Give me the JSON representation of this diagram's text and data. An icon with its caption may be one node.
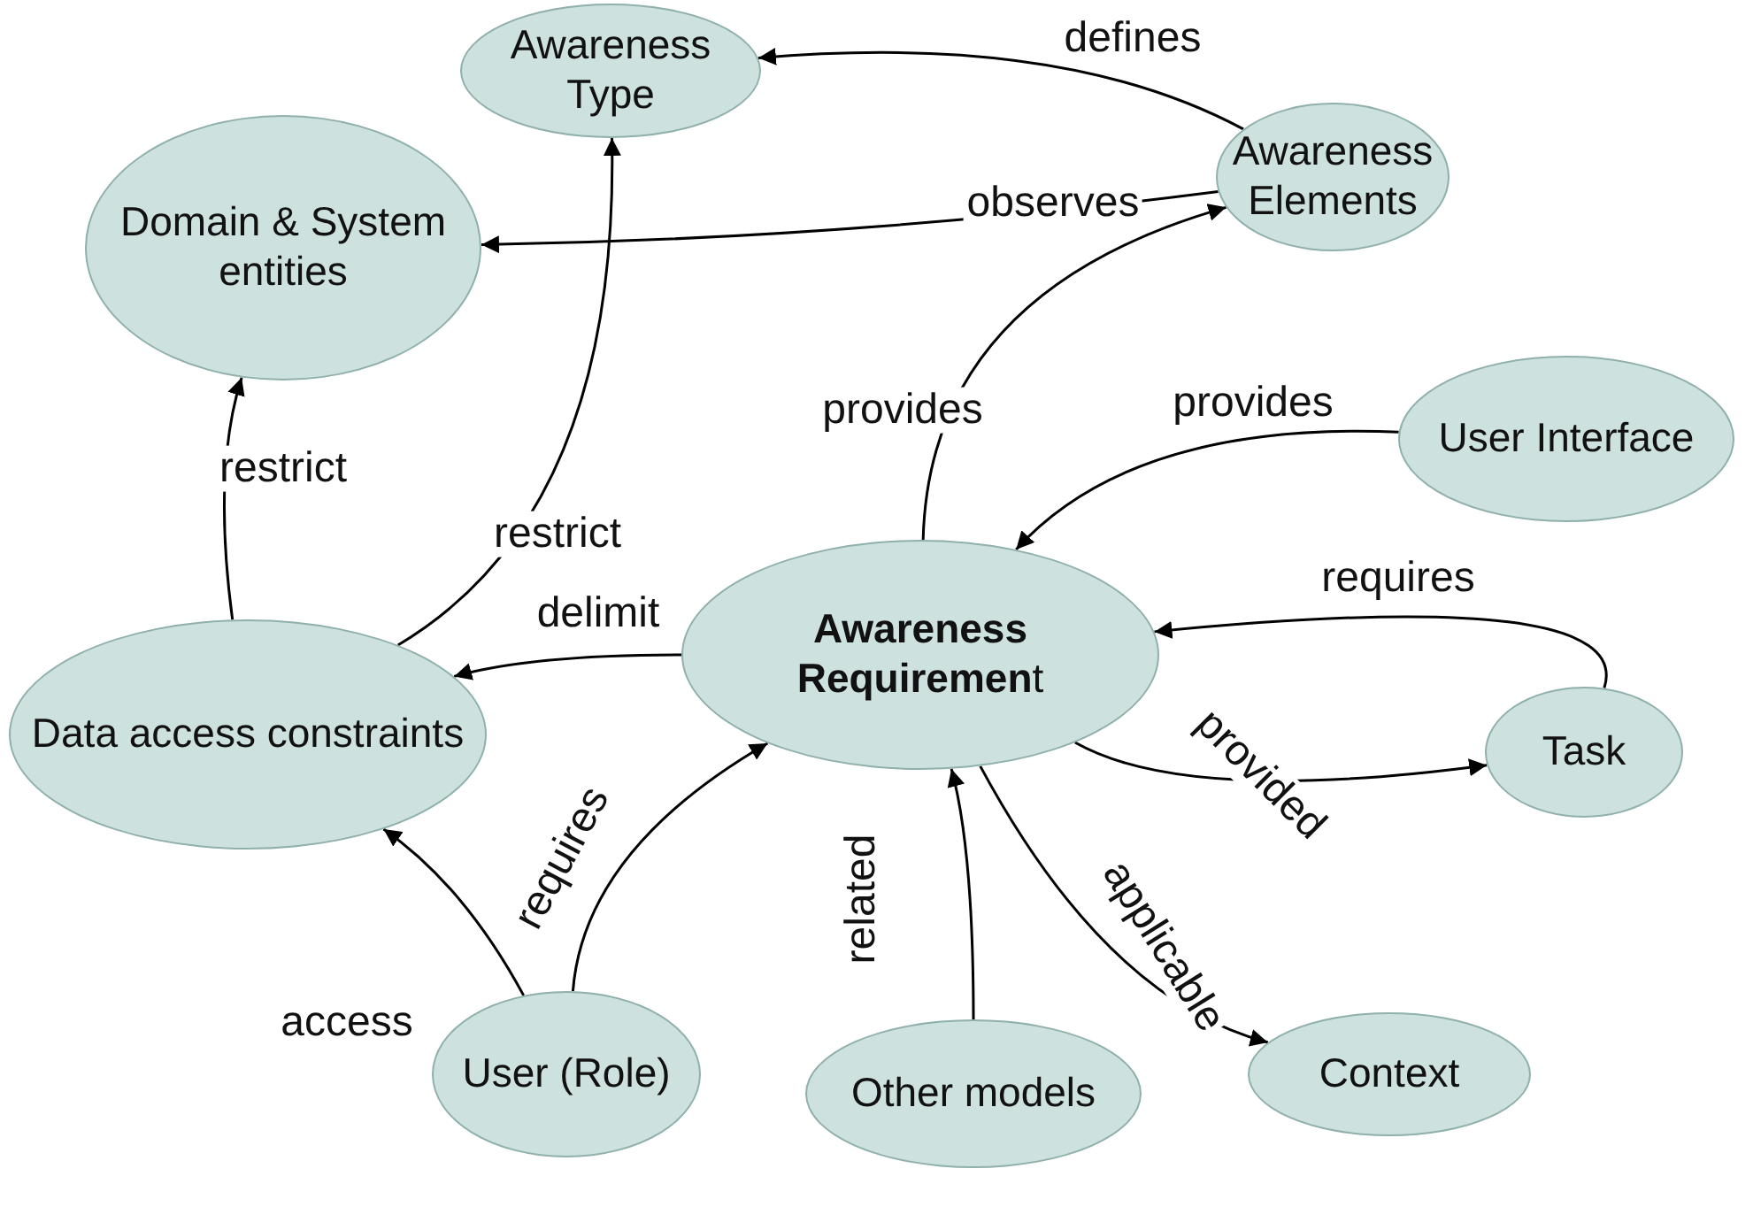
{
  "diagram": {
    "nodes": [
      {
        "text": [
          "Awareness Type"
        ]
      },
      {
        "text": [
          "Awareness Elements"
        ]
      },
      {
        "text": [
          "Domain & System entities"
        ]
      },
      {
        "text": [
          "User Interface"
        ]
      },
      {
        "text": [
          "**Awareness Requiremen**t"
        ]
      },
      {
        "text": [
          "Data access constraints"
        ]
      },
      {
        "text": [
          "Task"
        ]
      },
      {
        "text": [
          "User (Role)"
        ]
      },
      {
        "text": [
          "Other models"
        ]
      },
      {
        "text": [
          "Context"
        ]
      }
    ],
    "edges": [
      {
        "from": 1,
        "to": 0,
        "arrow": "to",
        "label": "defines"
      },
      {
        "from": 1,
        "to": 2,
        "arrow": "to",
        "label": "observes"
      },
      {
        "from": 4,
        "to": 1,
        "arrow": "to",
        "label": "provides"
      },
      {
        "from": 3,
        "to": 4,
        "arrow": "to",
        "label": "provides"
      },
      {
        "from": 6,
        "to": 4,
        "arrow": "to",
        "label": "requires"
      },
      {
        "from": 4,
        "to": 6,
        "arrow": "to",
        "label": "provided"
      },
      {
        "from": 4,
        "to": 9,
        "arrow": "to",
        "label": "applicable"
      },
      {
        "from": 4,
        "to": 5,
        "arrow": "to",
        "label": "delimit"
      },
      {
        "from": 5,
        "to": 2,
        "arrow": "to",
        "label": "restrict"
      },
      {
        "from": 5,
        "to": 0,
        "arrow": "to",
        "label": "restrict"
      },
      {
        "from": 7,
        "to": 5,
        "arrow": "to",
        "label": "access"
      },
      {
        "from": 7,
        "to": 4,
        "arrow": "to",
        "label": "requires"
      },
      {
        "from": 8,
        "to": 4,
        "arrow": "to",
        "label": "related"
      }
    ]
  }
}
